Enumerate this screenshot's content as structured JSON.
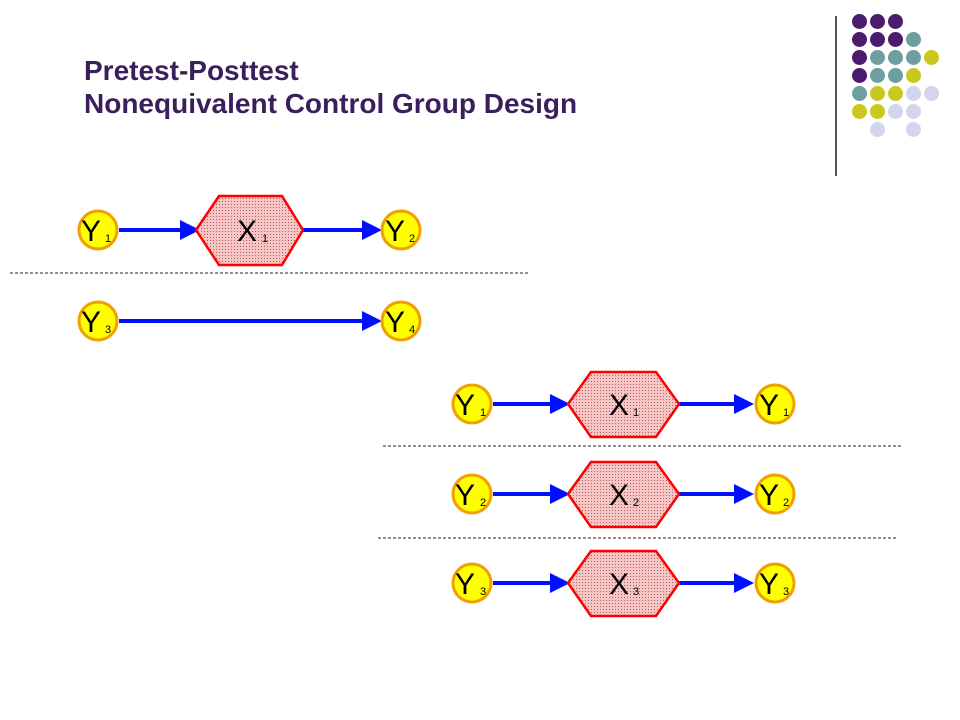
{
  "title": {
    "line1": "Pretest-Posttest",
    "line2": "Nonequivalent  Control Group Design"
  },
  "colors": {
    "title": "#3b1f5c",
    "node_fill": "#ffff00",
    "node_border": "#f0a000",
    "treatment_border": "#ff0000",
    "treatment_fill": "#f4c6c6",
    "arrow": "#0010ff",
    "decor_purple": "#4b1c6e",
    "decor_teal": "#6f9ea0",
    "decor_olive": "#c8c81e",
    "decor_lavender": "#d4d4ec"
  },
  "decoration_dot_grid": [
    [
      "purple",
      "purple",
      "purple",
      "",
      ""
    ],
    [
      "purple",
      "purple",
      "purple",
      "teal",
      ""
    ],
    [
      "purple",
      "teal",
      "teal",
      "teal",
      "olive"
    ],
    [
      "purple",
      "teal",
      "teal",
      "olive",
      ""
    ],
    [
      "teal",
      "olive",
      "olive",
      "lavender",
      "lavender"
    ],
    [
      "olive",
      "olive",
      "lavender",
      "lavender",
      ""
    ],
    [
      "",
      "lavender",
      "",
      "lavender",
      ""
    ]
  ],
  "diagram_top": {
    "treatment_group": {
      "pretest": "Y",
      "pretest_sub": "1",
      "treatment": "X",
      "treatment_sub": "1",
      "posttest": "Y",
      "posttest_sub": "2"
    },
    "control_group": {
      "pretest": "Y",
      "pretest_sub": "3",
      "posttest": "Y",
      "posttest_sub": "4"
    }
  },
  "diagram_bottom": {
    "groups": [
      {
        "pretest": "Y",
        "pretest_sub": "1",
        "treatment": "X",
        "treatment_sub": "1",
        "posttest": "Y",
        "posttest_sub": "1"
      },
      {
        "pretest": "Y",
        "pretest_sub": "2",
        "treatment": "X",
        "treatment_sub": "2",
        "posttest": "Y",
        "posttest_sub": "2"
      },
      {
        "pretest": "Y",
        "pretest_sub": "3",
        "treatment": "X",
        "treatment_sub": "3",
        "posttest": "Y",
        "posttest_sub": "3"
      }
    ]
  }
}
